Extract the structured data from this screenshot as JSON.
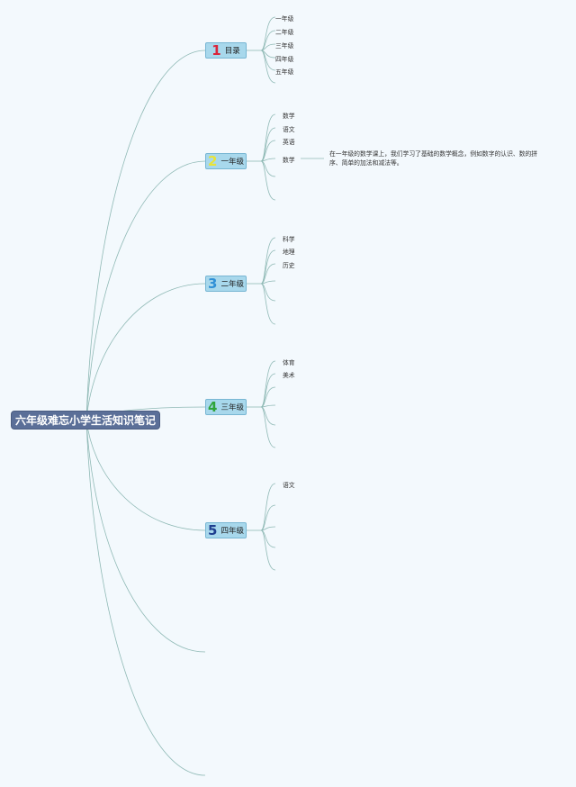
{
  "root": {
    "title": "六年级难忘小学生活知识笔记"
  },
  "branches": [
    {
      "num": "1",
      "label": "目录",
      "num_color": "#d9253b",
      "leaves": [
        "一年级",
        "二年级",
        "三年级",
        "四年级",
        "五年级"
      ]
    },
    {
      "num": "2",
      "label": "一年级",
      "num_color": "#e8e33a",
      "leaves": [
        "数学",
        "语文",
        "英语",
        "数学",
        "",
        ""
      ]
    },
    {
      "num": "3",
      "label": "二年级",
      "num_color": "#2f90d6",
      "leaves": [
        "科学",
        "地理",
        "历史",
        "",
        "",
        ""
      ]
    },
    {
      "num": "4",
      "label": "三年级",
      "num_color": "#2ea43a",
      "leaves": [
        "体育",
        "美术",
        "",
        "",
        "",
        ""
      ]
    },
    {
      "num": "5",
      "label": "四年级",
      "num_color": "#1f3f8f",
      "leaves": [
        "语文",
        "",
        "",
        "",
        ""
      ]
    },
    {
      "num": "",
      "label": "",
      "leaves": []
    },
    {
      "num": "",
      "label": "",
      "leaves": []
    }
  ],
  "note": {
    "text": "在一年级的数学课上，我们学习了基础的数学概念，例如数字的认识、数的拼序、简单的加法和减法等。"
  },
  "colors": {
    "line": "#8fb9b5",
    "root_bg": "#5b6f98",
    "branch_bg": "#a8d8ec"
  }
}
